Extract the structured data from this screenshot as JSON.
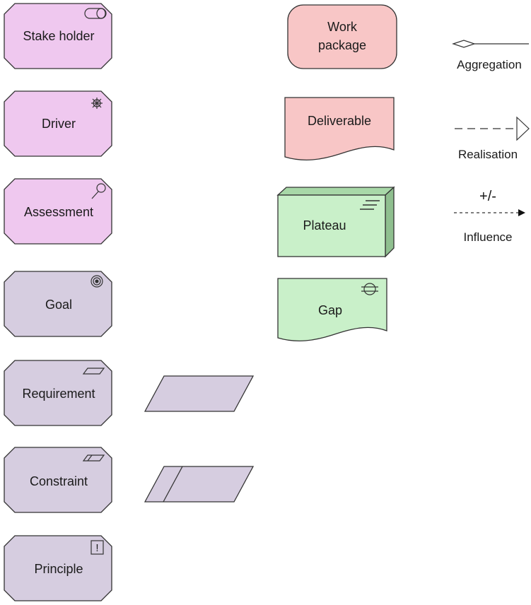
{
  "colors": {
    "motivation_stakeholder": "#efc8ef",
    "motivation_goal": "#d6cde0",
    "work_package": "#f8c6c6",
    "deliverable": "#f8c6c6",
    "plateau": "#c9f0c9",
    "plateau_side": "#8fbf8f",
    "gap": "#c9f0c9",
    "stroke": "#333333"
  },
  "elements": {
    "stakeholder": {
      "label": "Stake holder",
      "icon": "role-icon"
    },
    "driver": {
      "label": "Driver",
      "icon": "driver-icon"
    },
    "assessment": {
      "label": "Assessment",
      "icon": "assessment-icon"
    },
    "goal": {
      "label": "Goal",
      "icon": "goal-icon"
    },
    "requirement": {
      "label": "Requirement",
      "icon": "requirement-icon"
    },
    "constraint": {
      "label": "Constraint",
      "icon": "constraint-icon"
    },
    "principle": {
      "label": "Principle",
      "icon": "principle-icon",
      "icon_text": "!"
    },
    "work_package": {
      "label_line1": "Work",
      "label_line2": "package"
    },
    "deliverable": {
      "label": "Deliverable"
    },
    "plateau": {
      "label": "Plateau",
      "icon": "plateau-icon"
    },
    "gap": {
      "label": "Gap",
      "icon": "gap-icon"
    }
  },
  "relations": {
    "aggregation": {
      "label": "Aggregation"
    },
    "realisation": {
      "label": "Realisation"
    },
    "influence": {
      "label": "Influence",
      "sign": "+/-"
    }
  }
}
